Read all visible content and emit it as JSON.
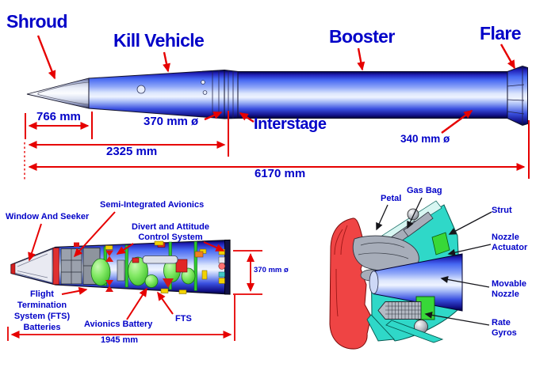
{
  "figure": {
    "top_view": {
      "labels": {
        "shroud": "Shroud",
        "kill_vehicle": "Kill Vehicle",
        "booster": "Booster",
        "flare": "Flare",
        "interstage": "Interstage"
      },
      "dimensions": {
        "shroud_length": "766 mm",
        "kv_diameter": "370 mm ø",
        "kv_length": "2325 mm",
        "booster_diameter": "340 mm ø",
        "overall_length": "6170 mm"
      }
    },
    "kill_vehicle_view": {
      "labels": {
        "window_and_seeker": "Window And Seeker",
        "semi_integrated_avionics": "Semi-Integrated Avionics",
        "dacs_line1": "Divert and Attitude",
        "dacs_line2": "Control System",
        "fts_batteries_line1": "Flight",
        "fts_batteries_line2": "Termination",
        "fts_batteries_line3": "System (FTS)",
        "fts_batteries_line4": "Batteries",
        "avionics_battery": "Avionics Battery",
        "fts": "FTS"
      },
      "dimensions": {
        "diameter": "370 mm  ø",
        "length": "1945 mm"
      }
    },
    "nozzle_view": {
      "labels": {
        "petal": "Petal",
        "gas_bag": "Gas Bag",
        "strut": "Strut",
        "nozzle_actuator_line1": "Nozzle",
        "nozzle_actuator_line2": "Actuator",
        "movable_nozzle_line1": "Movable",
        "movable_nozzle_line2": "Nozzle",
        "rate_gyros_line1": "Rate",
        "rate_gyros_line2": "Gyros"
      }
    },
    "colors": {
      "label_text": "#0202c8",
      "annotation_arrow": "#e60000",
      "pointer_line": "#15151a",
      "body_blue": "#4668f2",
      "cyan_structure": "#2fd8c8",
      "petal_red": "#ef4444",
      "component_green": "#38d838",
      "component_yellow": "#f2d202",
      "component_gray": "#a7adb9"
    }
  }
}
